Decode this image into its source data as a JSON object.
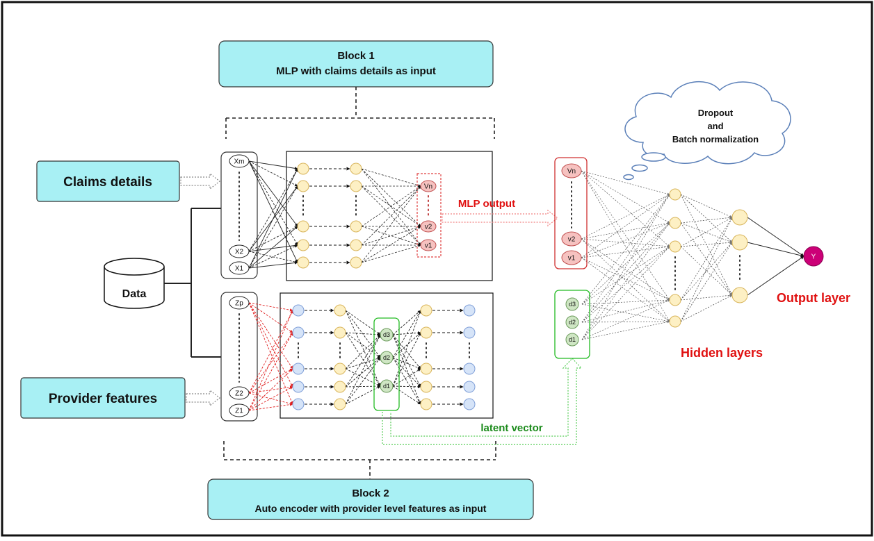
{
  "block1": {
    "title": "Block 1",
    "subtitle_normal": "MLP with claims details ",
    "subtitle_bold": "as input"
  },
  "block2": {
    "title": "Block 2",
    "subtitle": "Auto encoder with provider level features as input"
  },
  "claims_details": "Claims details",
  "provider_features": "Provider  features",
  "data_label": "Data",
  "cloud": {
    "line1": "Dropout",
    "line2": "and",
    "line3": "Batch normalization"
  },
  "mlp_output": "MLP output",
  "latent_vector": "latent vector",
  "hidden_layers": "Hidden layers",
  "output_layer": "Output layer",
  "input_x": {
    "top": "Xm",
    "mid": "X2",
    "bot": "X1"
  },
  "input_z": {
    "top": "Zp",
    "mid": "Z2",
    "bot": "Z1"
  },
  "mlp_v": {
    "top": "Vn",
    "mid": "v2",
    "bot": "v1"
  },
  "ae_d": {
    "top": "d3",
    "mid": "d2",
    "bot": "d1"
  },
  "concat_v": {
    "top": "Vn",
    "mid": "v2",
    "bot": "v1"
  },
  "concat_d": {
    "top": "d3",
    "mid": "d2",
    "bot": "d1"
  },
  "output_node": "Y",
  "colors": {
    "cyan_box": "#a8f0f4",
    "mlp_node": "#fdf0c4",
    "mlp_node_stroke": "#d8b45a",
    "v_node": "#f6c2c0",
    "d_node": "#cfe6c4",
    "blue_node": "#d6e4f8",
    "red_label": "#e01010",
    "green_label": "#1a8a1a",
    "output_node": "#cc0077"
  }
}
